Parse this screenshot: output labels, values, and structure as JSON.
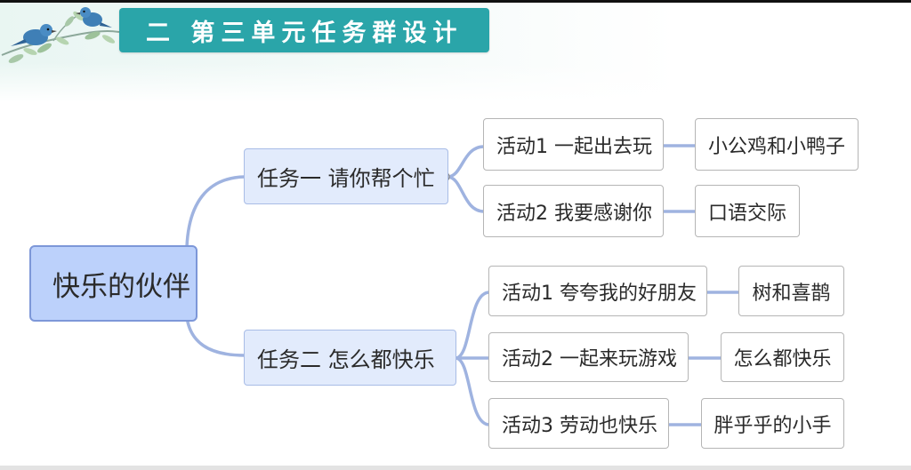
{
  "header": {
    "title": "二  第三单元任务群设计"
  },
  "mindmap": {
    "central": "快乐的伙伴",
    "tasks": [
      {
        "label": "任务一 请你帮个忙",
        "activities": [
          {
            "label": "活动1 一起出去玩",
            "leaf": "小公鸡和小鸭子"
          },
          {
            "label": "活动2 我要感谢你",
            "leaf": "口语交际"
          }
        ]
      },
      {
        "label": "任务二  怎么都快乐",
        "activities": [
          {
            "label": "活动1 夸夸我的好朋友",
            "leaf": "树和喜鹊"
          },
          {
            "label": "活动2 一起来玩游戏",
            "leaf": "怎么都快乐"
          },
          {
            "label": "活动3 劳动也快乐",
            "leaf": "胖乎乎的小手"
          }
        ]
      }
    ]
  },
  "colors": {
    "title_bg": "#2aa5a9",
    "central_bg": "#bcd1fb",
    "task_bg": "#e2ebfc",
    "connector": "#9fb3e0"
  }
}
